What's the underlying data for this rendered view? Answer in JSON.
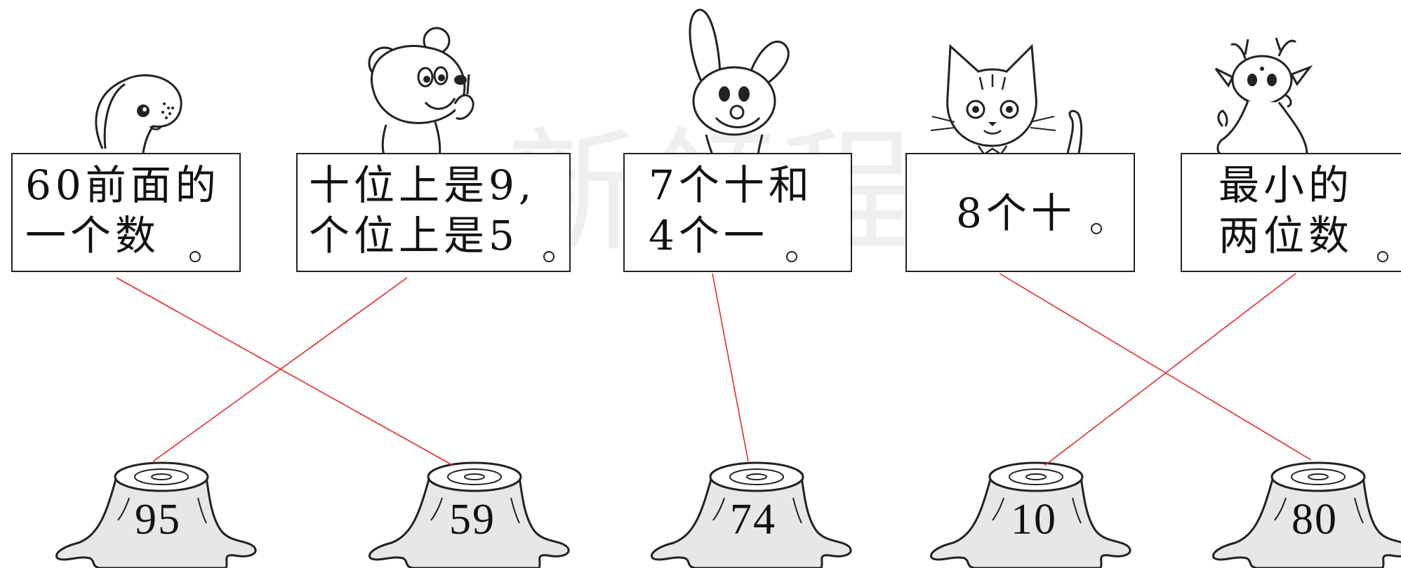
{
  "watermark": "新领程",
  "cards": [
    {
      "line1": "60前面的",
      "line2": "一个数"
    },
    {
      "line1": "十位上是9,",
      "line2": "个位上是5"
    },
    {
      "line1": "7个十和",
      "line2": "4个一"
    },
    {
      "line1": "8个十",
      "line2": ""
    },
    {
      "line1": "最小的",
      "line2": "两位数"
    }
  ],
  "stumps": [
    "95",
    "59",
    "74",
    "10",
    "80"
  ],
  "animals": [
    "puppy-icon",
    "bear-icon",
    "rabbit-icon",
    "cat-icon",
    "deer-icon"
  ],
  "colors": {
    "connector": "#e32a2a",
    "stump_fill": "#e7e7e7",
    "outline": "#222222"
  }
}
